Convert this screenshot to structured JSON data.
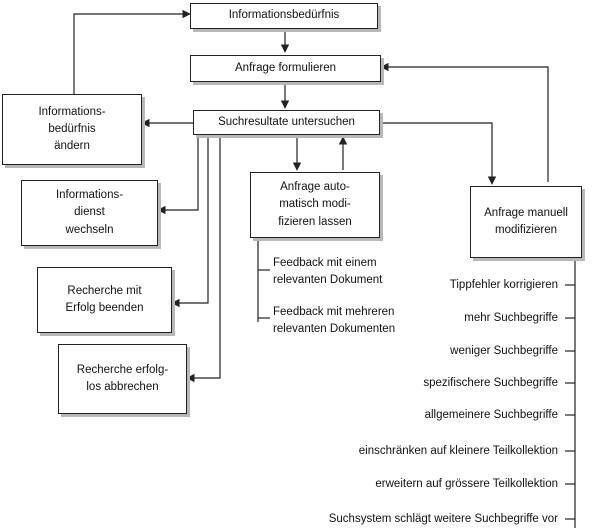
{
  "boxes": {
    "need": "Informationsbedürfnis",
    "formulate": "Anfrage formulieren",
    "examine": "Suchresultate untersuchen",
    "change_need": "Informations-\nbedürfnis\nändern",
    "change_service": "Informations-\ndienst\nwechseln",
    "success": "Recherche mit\nErfolg beenden",
    "abort": "Recherche erfolg-\nlos abbrechen",
    "auto": "Anfrage auto-\nmatisch modi-\nfizieren lassen",
    "manual": "Anfrage manuell\nmodifizieren"
  },
  "auto_items": [
    "Feedback mit einem\nrelevanten Dokument",
    "Feedback mit mehreren\nrelevanten Dokumenten"
  ],
  "manual_items": [
    "Tippfehler korrigieren",
    "mehr Suchbegriffe",
    "weniger Suchbegriffe",
    "spezifischere Suchbegriffe",
    "allgemeinere Suchbegriffe",
    "einschränken auf kleinere Teilkollektion",
    "erweitern auf grössere Teilkollektion",
    "Suchsystem schlägt weitere Suchbegriffe vor"
  ]
}
